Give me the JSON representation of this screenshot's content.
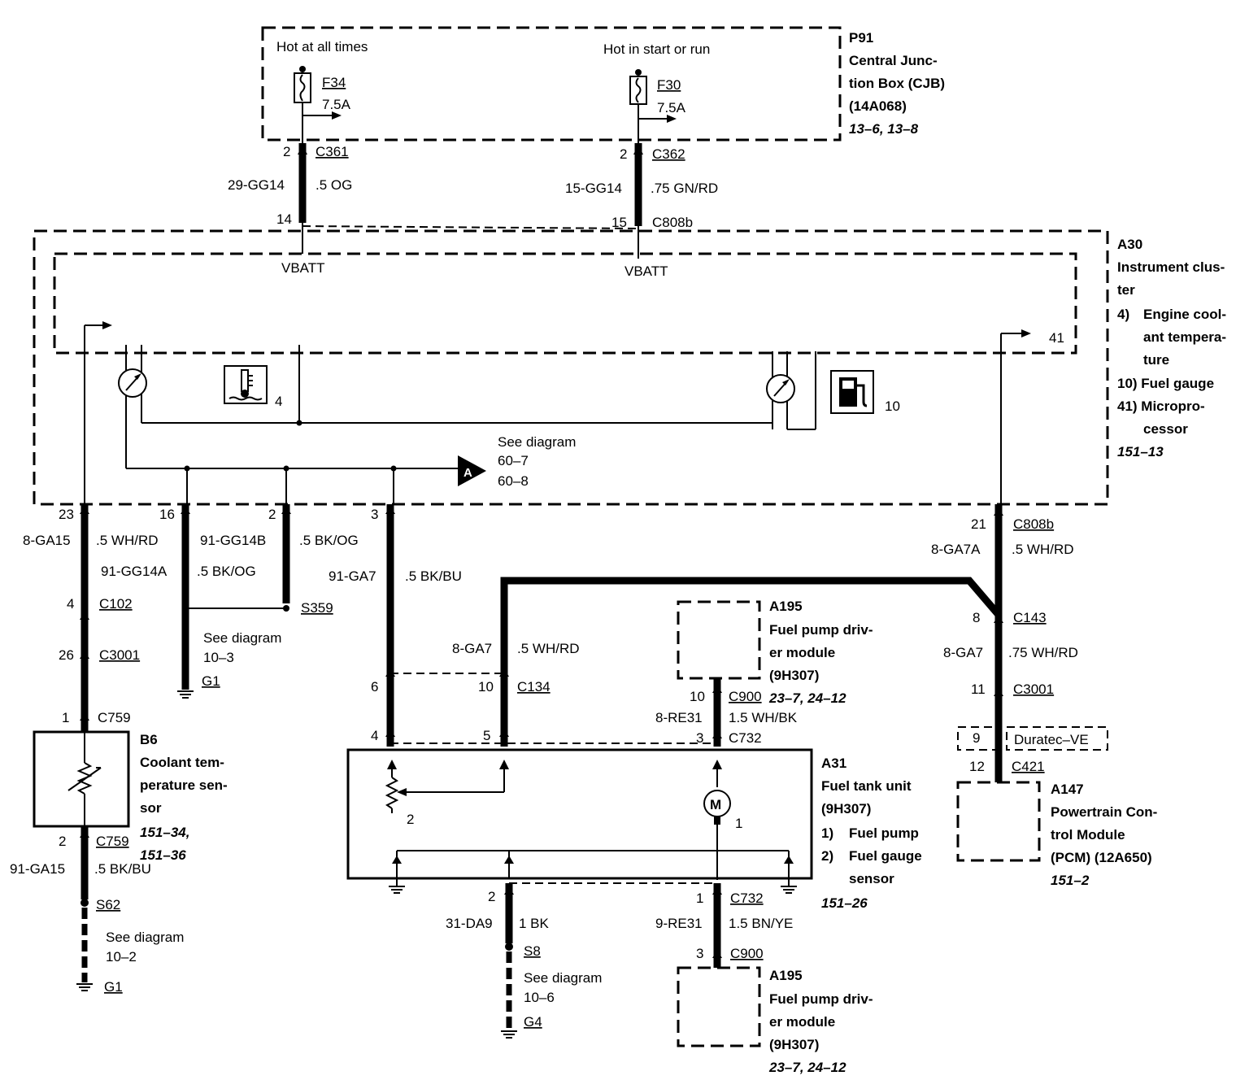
{
  "cjb": {
    "hot_always": "Hot at all times",
    "hot_start_run": "Hot in start or run",
    "fuse_f34": "F34",
    "fuse_f34_rating": "7.5A",
    "fuse_f30": "F30",
    "fuse_f30_rating": "7.5A",
    "ref": "P91",
    "name_1": "Central Junc-",
    "name_2": "tion Box (CJB)",
    "part": "(14A068)",
    "pages": "13–6, 13–8"
  },
  "feed_left": {
    "pin_top": "2",
    "conn": "C361",
    "circuit": "29-GG14",
    "wire": ".5 OG",
    "pin_bottom": "14"
  },
  "feed_right": {
    "pin_top": "2",
    "conn": "C362",
    "circuit": "15-GG14",
    "wire": ".75 GN/RD",
    "pin_bottom": "15",
    "conn_bottom": "C808b"
  },
  "cluster": {
    "vbatt_left": "VBATT",
    "vbatt_right": "VBATT",
    "ref": "A30",
    "name_1": "Instrument clus-",
    "name_2": "ter",
    "i4_num": "4)",
    "i4_1": "Engine cool-",
    "i4_2": "ant tempera-",
    "i4_3": "ture",
    "i10": "10)  Fuel gauge",
    "i41_1": "41)  Micropro-",
    "i41_2": "cessor",
    "pages": "151–13",
    "gauge4": "4",
    "gauge10": "10",
    "micro41": "41",
    "see": "See diagram",
    "see_1": "60–7",
    "see_2": "60–8",
    "marker": "A"
  },
  "coolant_circuit": {
    "pin23": "23",
    "circ": "8-GA15",
    "wire": ".5 WH/RD",
    "pin4": "4",
    "c102": "C102",
    "pin26": "26",
    "c3001": "C3001",
    "pin1": "1",
    "c759_top": "C759",
    "sensor_ref": "B6",
    "sensor_1": "Coolant tem-",
    "sensor_2": "perature sen-",
    "sensor_3": "sor",
    "sensor_pages_1": "151–34,",
    "sensor_pages_2": "151–36",
    "pin2": "2",
    "c759_bot": "C759",
    "circ_bot": "91-GA15",
    "wire_bot": ".5 BK/BU",
    "splice": "S62",
    "see": "See diagram",
    "see_ref": "10–2",
    "ground": "G1"
  },
  "ground_circuit": {
    "pin16": "16",
    "pin2": "2",
    "circ_b": "91-GG14B",
    "wire_b": ".5 BK/OG",
    "circ_a": "91-GG14A",
    "wire_a": ".5 BK/OG",
    "splice": "S359",
    "see": "See diagram",
    "see_ref": "10–3",
    "ground": "G1"
  },
  "fuel_signal": {
    "pin3": "3",
    "circ": "91-GA7",
    "wire": ".5 BK/BU",
    "pin6": "6",
    "pin4": "4",
    "pin10": "10",
    "c134": "C134",
    "pin5": "5",
    "circ2": "8-GA7",
    "wire2": ".5 WH/RD"
  },
  "pcm_circuit": {
    "pin21": "21",
    "c808b": "C808b",
    "circ": "8-GA7A",
    "wire": ".5 WH/RD",
    "pin8": "8",
    "c143": "C143",
    "circ2": "8-GA7",
    "wire2": ".75 WH/RD",
    "pin11": "11",
    "c3001": "C3001",
    "pin9": "9",
    "engine": "Duratec–VE",
    "pin12": "12",
    "c421": "C421",
    "pcm_ref": "A147",
    "pcm_1": "Powertrain Con-",
    "pcm_2": "trol Module",
    "pcm_3": "(PCM) (12A650)",
    "pcm_pages": "151–2"
  },
  "pump_top": {
    "ref": "A195",
    "name_1": "Fuel pump driv-",
    "name_2": "er module",
    "part": "(9H307)",
    "pages": "23–7, 24–12",
    "pin10": "10",
    "c900": "C900",
    "circ": "8-RE31",
    "wire": "1.5 WH/BK",
    "pin3": "3",
    "c732": "C732"
  },
  "tank_unit": {
    "ref": "A31",
    "name": "Fuel tank unit",
    "part": "(9H307)",
    "i1_num": "1)",
    "i1": "Fuel pump",
    "i2_num": "2)",
    "i2_1": "Fuel gauge",
    "i2_2": "sensor",
    "pages": "151–26",
    "label2": "2",
    "label1": "1",
    "motor": "M"
  },
  "tank_bottom": {
    "pin2": "2",
    "circ_gnd": "31-DA9",
    "wire_gnd": "1 BK",
    "splice": "S8",
    "see": "See diagram",
    "see_ref": "10–6",
    "ground": "G4",
    "pin1": "1",
    "c732": "C732",
    "circ": "9-RE31",
    "wire": "1.5 BN/YE",
    "pin3": "3",
    "c900": "C900"
  },
  "pump_bottom": {
    "ref": "A195",
    "name_1": "Fuel pump driv-",
    "name_2": "er module",
    "part": "(9H307)",
    "pages": "23–7, 24–12"
  }
}
